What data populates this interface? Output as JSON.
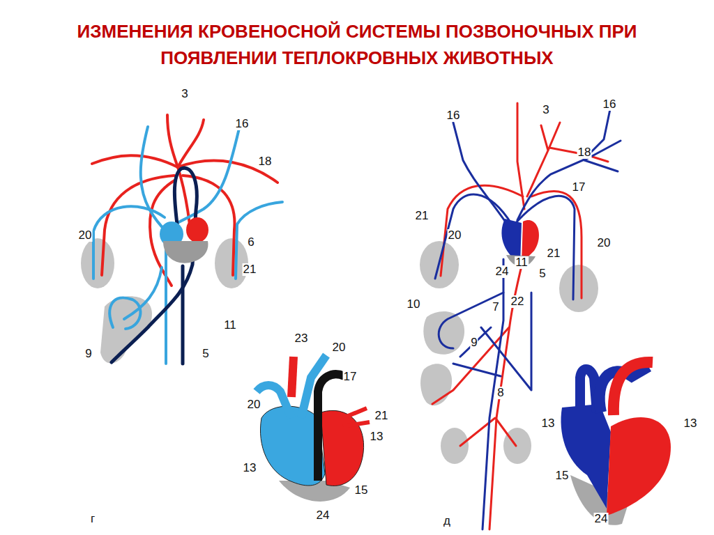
{
  "diagram": {
    "title": "ИЗМЕНЕНИЯ КРОВЕНОСНОЙ СИСТЕМЫ ПОЗВОНОЧНЫХ ПРИ ПОЯВЛЕНИИ ТЕПЛОКРОВНЫХ ЖИВОТНЫХ",
    "labels": [
      "3",
      "16",
      "18",
      "20",
      "6",
      "21",
      "11",
      "9",
      "5",
      "23",
      "20",
      "17",
      "20",
      "21",
      "13",
      "13",
      "15",
      "24",
      "г",
      "16",
      "3",
      "16",
      "18",
      "17",
      "21",
      "20",
      "11",
      "21",
      "20",
      "24",
      "5",
      "10",
      "7",
      "22",
      "9",
      "8",
      "13",
      "13",
      "15",
      "24",
      "д"
    ]
  }
}
